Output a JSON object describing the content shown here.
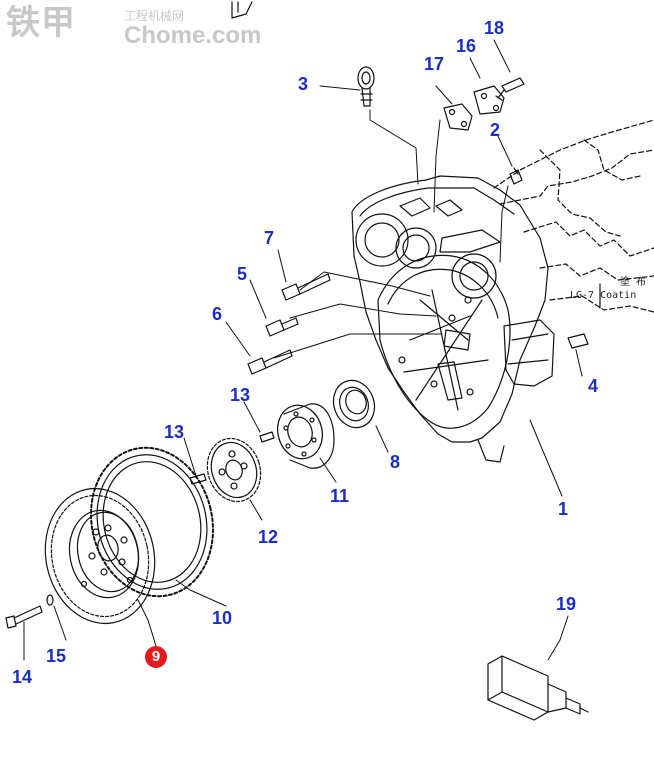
{
  "watermark": {
    "brand_chars": "铁甲",
    "site_cn": "工程机械网",
    "site_domain": "Chome.com"
  },
  "note": {
    "chinese": "塗 布",
    "code": "LG-7 Coatin"
  },
  "callouts": {
    "c1": "1",
    "c2": "2",
    "c3": "3",
    "c4": "4",
    "c5": "5",
    "c6": "6",
    "c7": "7",
    "c8": "8",
    "c9": "9",
    "c10": "10",
    "c11": "11",
    "c12": "12",
    "c13a": "13",
    "c13b": "13",
    "c14": "14",
    "c15": "15",
    "c16": "16",
    "c17": "17",
    "c18": "18",
    "c19": "19"
  },
  "colors": {
    "callout_text": "#1a2fbf",
    "highlight_fill": "#e51b1b",
    "line_art": "#111111"
  }
}
